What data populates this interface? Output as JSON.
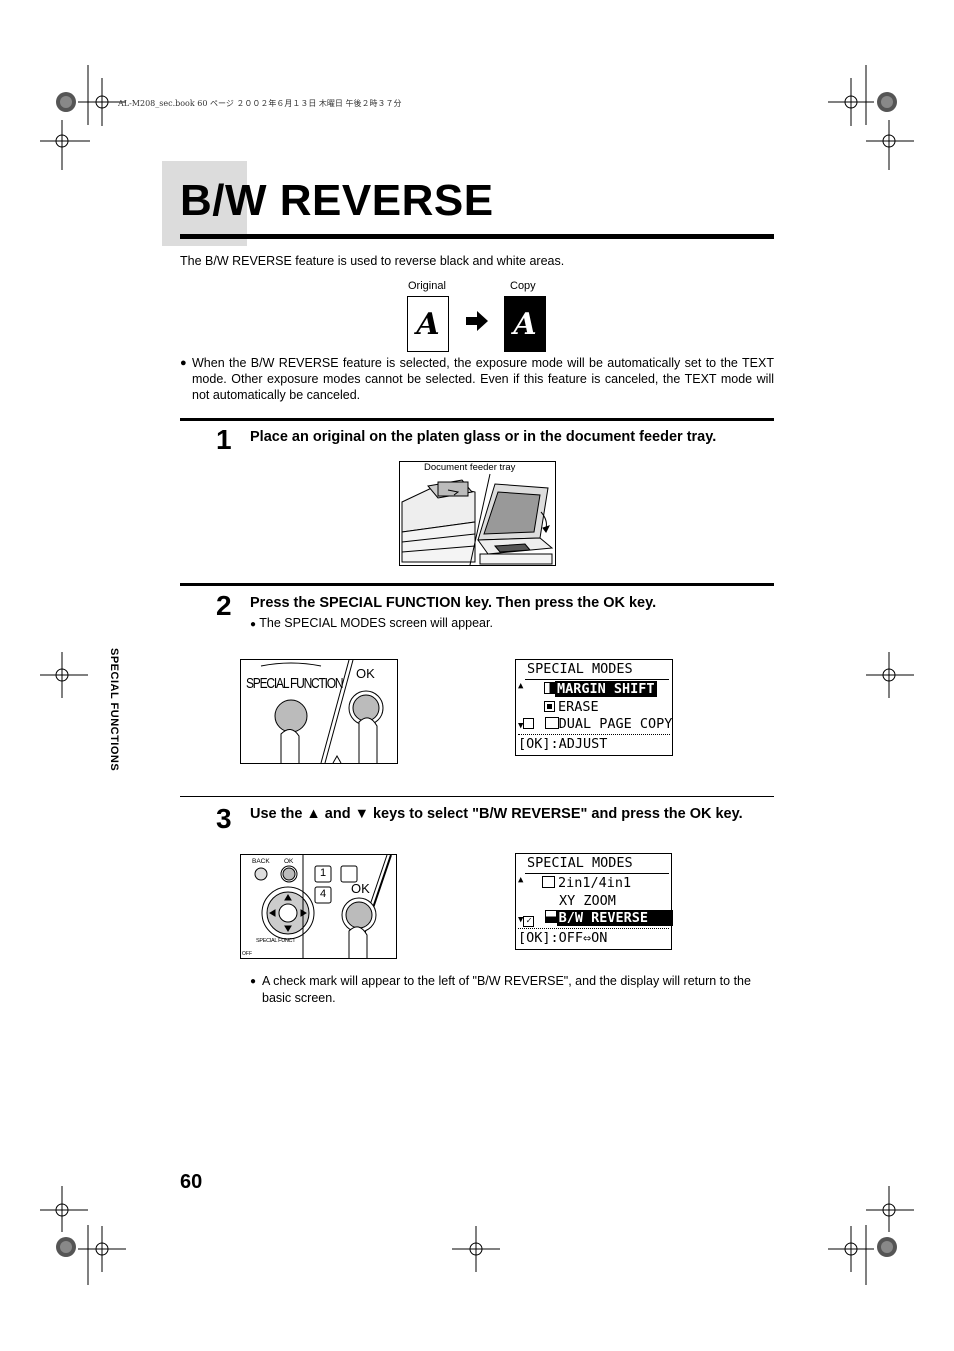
{
  "header_meta": "AL-M208_sec.book 60 ページ ２００２年６月１３日 木曜日 午後２時３７分",
  "title": "B/W REVERSE",
  "intro": "The B/W REVERSE feature is used to reverse black and white areas.",
  "diagram": {
    "original_label": "Original",
    "copy_label": "Copy",
    "glyph": "A"
  },
  "note": "When the B/W REVERSE feature is selected, the exposure mode will be automatically set to the TEXT mode. Other exposure modes cannot be selected. Even if this feature is canceled, the TEXT mode will not automatically be canceled.",
  "steps": [
    {
      "number": "1",
      "text": "Place an original on the platen glass or in the document feeder tray.",
      "illus_label": "Document feeder tray"
    },
    {
      "number": "2",
      "text": "Press the SPECIAL FUNCTION key. Then press the OK key.",
      "bullet": "The SPECIAL MODES screen will appear.",
      "panel": {
        "special_function_label": "SPECIAL FUNCTION",
        "ok_label": "OK"
      },
      "lcd": {
        "title": "SPECIAL MODES",
        "items": [
          "MARGIN SHIFT",
          "ERASE",
          "DUAL PAGE COPY"
        ],
        "footer": "[OK]:ADJUST"
      }
    },
    {
      "number": "3",
      "text": "Use the ▲ and ▼ keys to select \"B/W REVERSE\" and press the OK key.",
      "panel": {
        "back_label": "BACK",
        "ok_small": "OK",
        "key1": "1",
        "key4": "4",
        "ok_label": "OK",
        "special_label": "SPECIAL FUNCT",
        "off_label": "OFF"
      },
      "lcd": {
        "title": "SPECIAL MODES",
        "items": [
          "2in1/4in1",
          "XY ZOOM",
          "B/W REVERSE"
        ],
        "footer": "[OK]:OFF⇔ON"
      },
      "bullet": "A check mark will appear to the left of \"B/W REVERSE\", and the display will return to the basic screen."
    }
  ],
  "side_label": "SPECIAL FUNCTIONS",
  "page_number": "60"
}
